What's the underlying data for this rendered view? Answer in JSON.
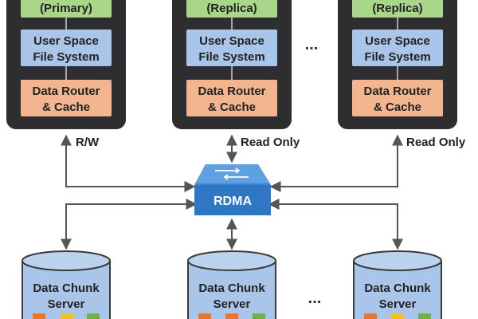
{
  "nodes": [
    {
      "role": "(Primary)",
      "fs": [
        "User Space",
        "File System"
      ],
      "router": [
        "Data Router",
        "& Cache"
      ],
      "link": "R/W"
    },
    {
      "role": "(Replica)",
      "fs": [
        "User Space",
        "File System"
      ],
      "router": [
        "Data Router",
        "& Cache"
      ],
      "link": "Read Only"
    },
    {
      "role": "(Replica)",
      "fs": [
        "User Space",
        "File System"
      ],
      "router": [
        "Data Router",
        "& Cache"
      ],
      "link": "Read Only"
    }
  ],
  "node_ellipsis": "...",
  "hub": {
    "label": "RDMA"
  },
  "chunk_servers": [
    {
      "label": [
        "Data Chunk",
        "Server"
      ]
    },
    {
      "label": [
        "Data Chunk",
        "Server"
      ]
    },
    {
      "label": [
        "Data Chunk",
        "Server"
      ]
    }
  ],
  "server_ellipsis": "...",
  "colors": {
    "node_bg": "#2e2e30",
    "role_box": "#a9d78a",
    "fs_box": "#a9c6ea",
    "router_box": "#f2b58f",
    "hub": "#3e86d3",
    "cylinder": "#a9c6ea",
    "arrow": "#555555",
    "chunk_orange": "#e8772e",
    "chunk_yellow": "#f3c028",
    "chunk_green": "#6cb33f"
  }
}
